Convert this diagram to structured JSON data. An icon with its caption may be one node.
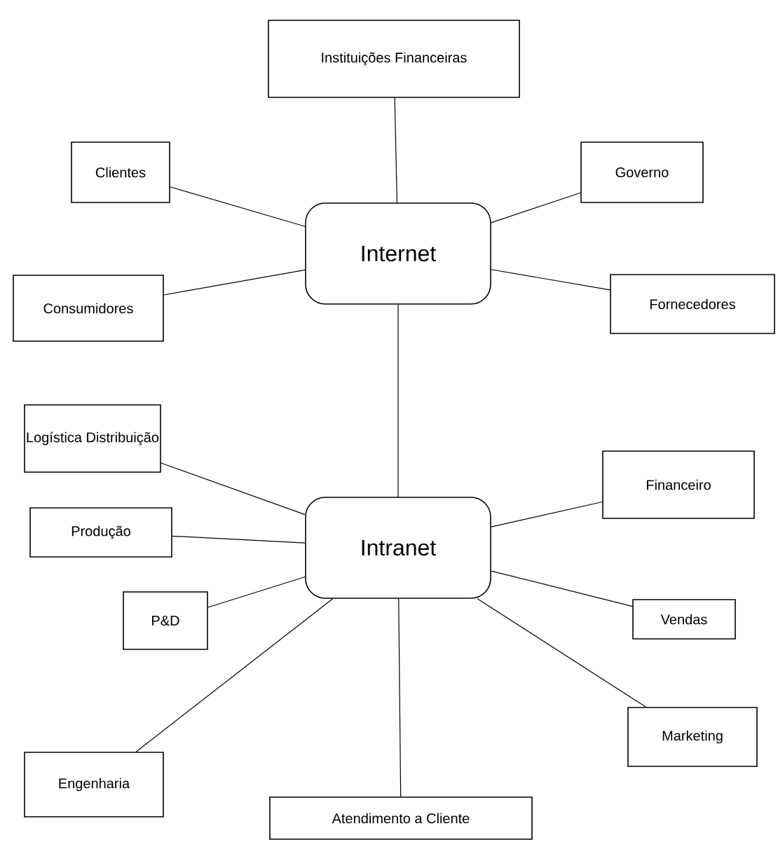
{
  "diagram": {
    "nodes": [
      {
        "text": [
          "Instituições Financeiras"
        ]
      },
      {
        "text": [
          "Clientes"
        ]
      },
      {
        "text": [
          "Governo"
        ]
      },
      {
        "text": [
          "Internet"
        ]
      },
      {
        "text": [
          "Consumidores"
        ]
      },
      {
        "text": [
          "Fornecedores"
        ]
      },
      {
        "text": [
          "Logística Distribuição"
        ]
      },
      {
        "text": [
          "Financeiro"
        ]
      },
      {
        "text": [
          "Intranet"
        ]
      },
      {
        "text": [
          "Produção"
        ]
      },
      {
        "text": [
          "Vendas"
        ]
      },
      {
        "text": [
          "P&D"
        ]
      },
      {
        "text": [
          "Marketing"
        ]
      },
      {
        "text": [
          "Engenharia"
        ]
      },
      {
        "text": [
          "Atendimento a Cliente"
        ]
      }
    ],
    "edges": [
      {
        "from": 0,
        "to": 3,
        "arrow": "none"
      },
      {
        "from": 1,
        "to": 3,
        "arrow": "none"
      },
      {
        "from": 2,
        "to": 3,
        "arrow": "none"
      },
      {
        "from": 4,
        "to": 3,
        "arrow": "none"
      },
      {
        "from": 5,
        "to": 3,
        "arrow": "none"
      },
      {
        "from": 3,
        "to": 8,
        "arrow": "none"
      },
      {
        "from": 6,
        "to": 8,
        "arrow": "none"
      },
      {
        "from": 7,
        "to": 8,
        "arrow": "none"
      },
      {
        "from": 9,
        "to": 8,
        "arrow": "none"
      },
      {
        "from": 10,
        "to": 8,
        "arrow": "none"
      },
      {
        "from": 11,
        "to": 8,
        "arrow": "none"
      },
      {
        "from": 12,
        "to": 8,
        "arrow": "none"
      },
      {
        "from": 13,
        "to": 8,
        "arrow": "none"
      },
      {
        "from": 14,
        "to": 8,
        "arrow": "none"
      }
    ]
  }
}
